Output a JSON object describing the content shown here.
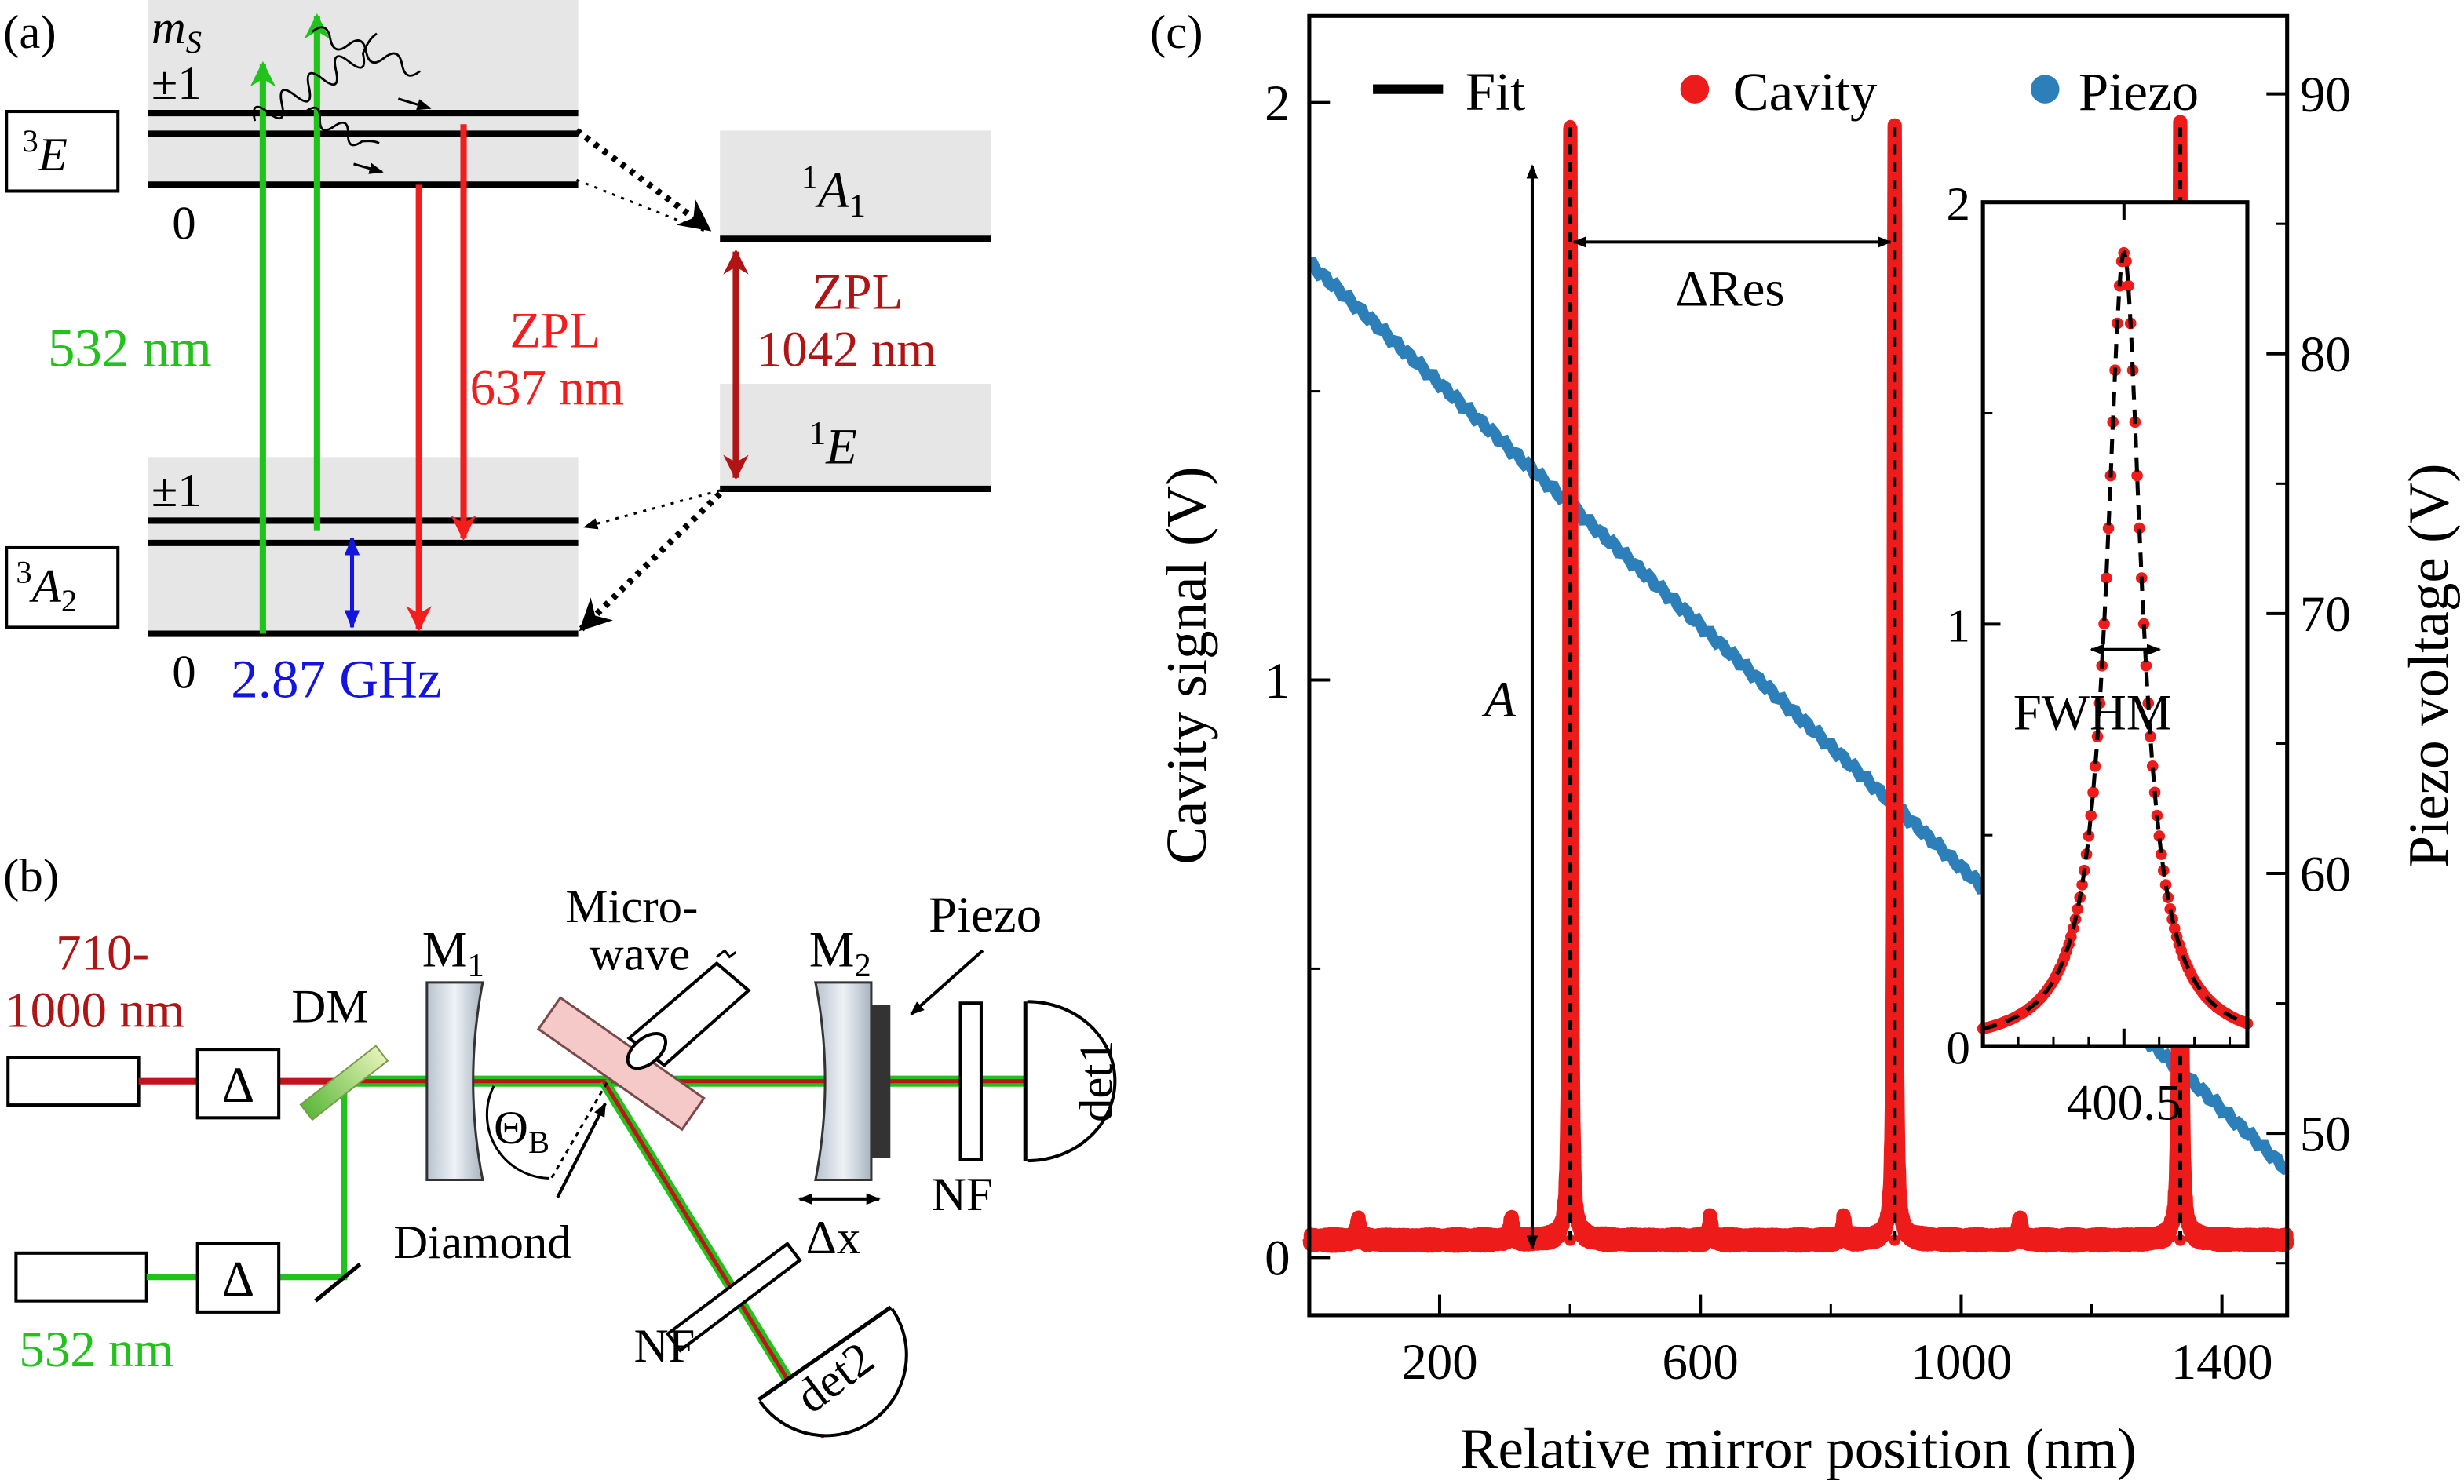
{
  "panel_a": {
    "label": "(a)",
    "ms_symbol": "m",
    "ms_sub": "S",
    "es_pm1": "±1",
    "es_zero": "0",
    "gs_pm1": "±1",
    "gs_zero": "0",
    "state_3E_sup": "3",
    "state_3E_main": "E",
    "state_3A2_sup": "3",
    "state_3A2_main": "A",
    "state_3A2_sub": "2",
    "state_1A1_sup": "1",
    "state_1A1_main": "A",
    "state_1A1_sub": "1",
    "state_1E_sup": "1",
    "state_1E_main": "E",
    "green_label": "532 nm",
    "zpl_red_1": "ZPL",
    "zpl_red_2": "637 nm",
    "zpl_dark_1": "ZPL",
    "zpl_dark_2": "1042 nm",
    "mw_label": "2.87 GHz",
    "colors": {
      "green": "#22c21d",
      "red": "#f21d1d",
      "darkred": "#b01414",
      "blue": "#1414e0",
      "gray": "#e6e6e6"
    }
  },
  "panel_b": {
    "label": "(b)",
    "laser_red_1": "710-",
    "laser_red_2": "1000 nm",
    "laser_green": "532 nm",
    "delta_symbol": "Δ",
    "dm": "DM",
    "m1_main": "M",
    "m1_sub": "1",
    "m2_main": "M",
    "m2_sub": "2",
    "microwave_1": "Micro-",
    "microwave_2": "wave",
    "piezo": "Piezo",
    "theta_main": "Θ",
    "theta_sub": "B",
    "diamond": "Diamond",
    "nf_1": "NF",
    "nf_2": "NF",
    "dx": "Δx",
    "det1": "det1",
    "det2": "det2"
  },
  "panel_c": {
    "label": "(c)",
    "legend_fit": "Fit",
    "legend_cavity": "Cavity",
    "legend_piezo": "Piezo",
    "amp_label": "A",
    "dres_label": "ΔRes",
    "fwhm_label": "FWHM",
    "inset_xtick": "400.5",
    "colors": {
      "cavity": "#ee1b1b",
      "piezo": "#2c7fb8",
      "fit": "#000000"
    }
  },
  "chart_data": [
    {
      "type": "line",
      "xlabel": "Relative mirror position (nm)",
      "ylabel": "Cavity signal (V)",
      "y2label": "Piezo voltage (V)",
      "xlim": [
        0,
        1500
      ],
      "ylim": [
        -0.1,
        2.15
      ],
      "y2lim": [
        43,
        93
      ],
      "xticks": [
        200,
        600,
        1000,
        1400
      ],
      "yticks": [
        0,
        1,
        2
      ],
      "y2ticks": [
        50,
        60,
        70,
        80,
        90
      ],
      "legend": "top",
      "series": [
        {
          "name": "Fit",
          "peaks": [
            {
              "x": 400.5,
              "amplitude": 1.93
            },
            {
              "x": 898,
              "amplitude": 1.93
            },
            {
              "x": 1336,
              "amplitude": 1.93
            }
          ],
          "baseline": 0.03
        },
        {
          "name": "Cavity",
          "peaks": [
            {
              "x": 400.5,
              "amplitude": 1.93
            },
            {
              "x": 898,
              "amplitude": 1.93
            },
            {
              "x": 1336,
              "amplitude": 1.93
            }
          ],
          "baseline": 0.03,
          "small_bumps_x": [
            75,
            310,
            615,
            820,
            1090
          ]
        },
        {
          "name": "Piezo",
          "axis": "right",
          "x": [
            0,
            1500
          ],
          "y": [
            83.5,
            48.6
          ]
        }
      ]
    },
    {
      "type": "line",
      "inset": true,
      "xlim": [
        399.7,
        401.2
      ],
      "ylim": [
        0,
        2
      ],
      "xticks": [
        400.5
      ],
      "yticks": [
        0,
        1,
        2
      ],
      "series": [
        {
          "name": "Fit",
          "peak_x": 400.5,
          "amplitude": 1.88,
          "fwhm": 0.24
        },
        {
          "name": "Cavity",
          "peak_x": 400.5,
          "amplitude": 1.88,
          "fwhm": 0.24
        }
      ]
    }
  ]
}
